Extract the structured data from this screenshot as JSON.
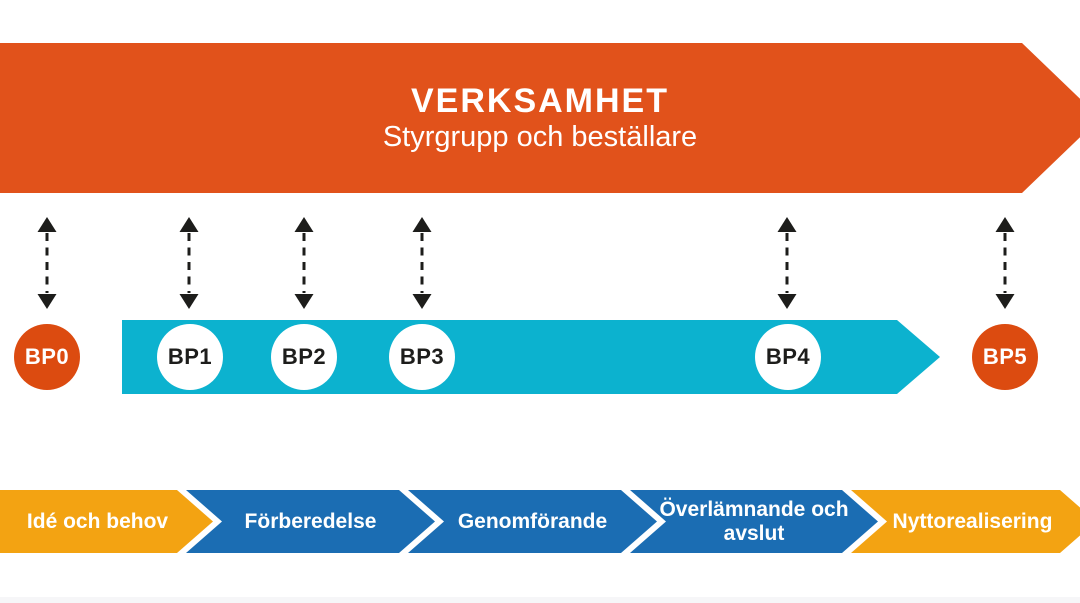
{
  "banner": {
    "title": "VERKSAMHET",
    "subtitle": "Styrgrupp och beställare"
  },
  "milestones": [
    {
      "label": "BP0",
      "variant": "orange"
    },
    {
      "label": "BP1",
      "variant": "white"
    },
    {
      "label": "BP2",
      "variant": "white"
    },
    {
      "label": "BP3",
      "variant": "white"
    },
    {
      "label": "BP4",
      "variant": "white"
    },
    {
      "label": "BP5",
      "variant": "orange"
    }
  ],
  "phases": [
    {
      "label": "Idé och behov",
      "variant": "amber"
    },
    {
      "label": "Förberedelse",
      "variant": "blue"
    },
    {
      "label": "Genomförande",
      "variant": "blue"
    },
    {
      "label": "Överlämnande och avslut",
      "variant": "blue"
    },
    {
      "label": "Nyttorealisering",
      "variant": "amber"
    }
  ],
  "colors": {
    "banner_orange": "#E1521B",
    "milestone_orange": "#DC4B10",
    "timeline_cyan": "#0CB2CF",
    "phase_blue": "#1B6DB3",
    "phase_amber": "#F3A312",
    "ink_black": "#1D1D1B"
  }
}
